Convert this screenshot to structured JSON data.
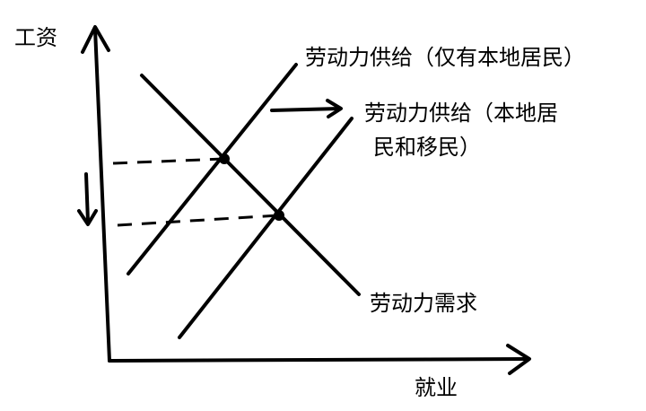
{
  "diagram": {
    "y_axis_label": "工资",
    "x_axis_label": "就业",
    "supply_local_label": "劳动力供给（仅有本地居民）",
    "supply_combined_label_line1": "劳动力供给（本地居",
    "supply_combined_label_line2": "民和移民）",
    "demand_label": "劳动力需求",
    "colors": {
      "ink": "#000000",
      "background": "#ffffff"
    }
  }
}
